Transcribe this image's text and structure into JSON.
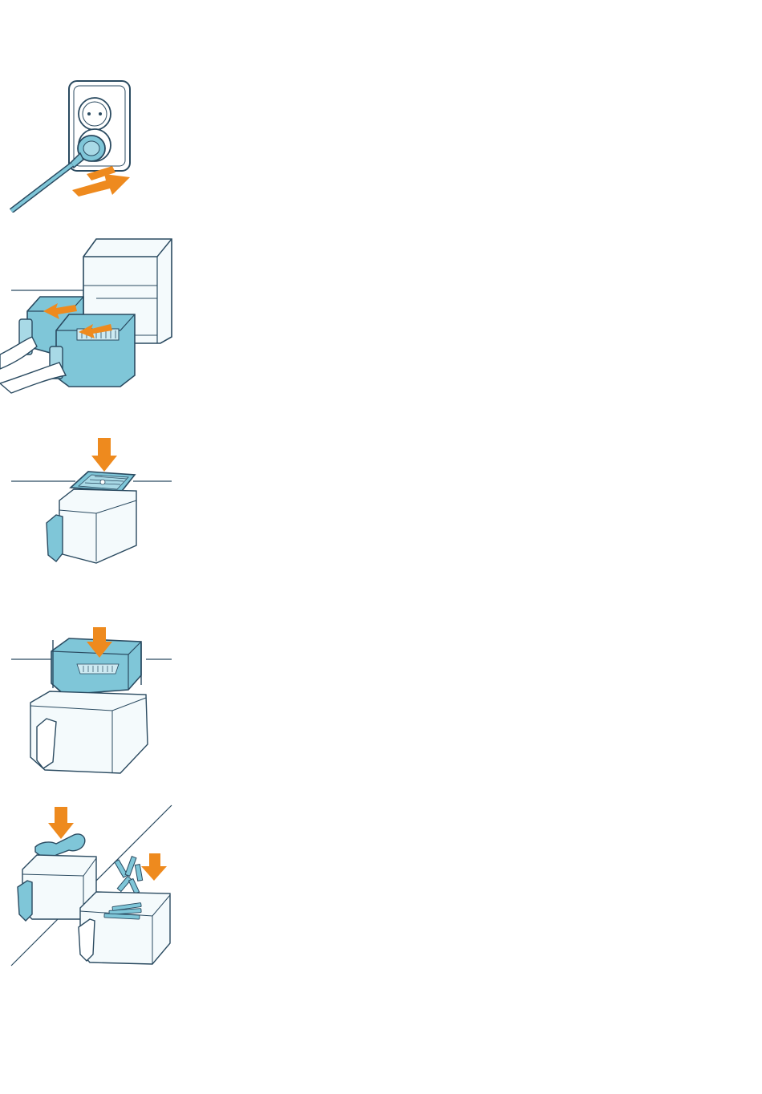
{
  "page": {
    "kind": "instruction-illustrations",
    "colors": {
      "outline": "#2a4a60",
      "blue_fill": "#7fc6d8",
      "light_fill": "#e8f5f9",
      "pale_fill": "#f4fafc",
      "accent_orange": "#ee8a1e"
    }
  },
  "steps": [
    {
      "id": 1,
      "icon": "plug-into-socket-icon"
    },
    {
      "id": 2,
      "icon": "pull-out-baskets-icon"
    },
    {
      "id": 3,
      "icon": "insert-grill-plate-icon"
    },
    {
      "id": 4,
      "icon": "insert-inner-basket-icon"
    },
    {
      "id": 5,
      "icon": "add-food-icon"
    }
  ]
}
